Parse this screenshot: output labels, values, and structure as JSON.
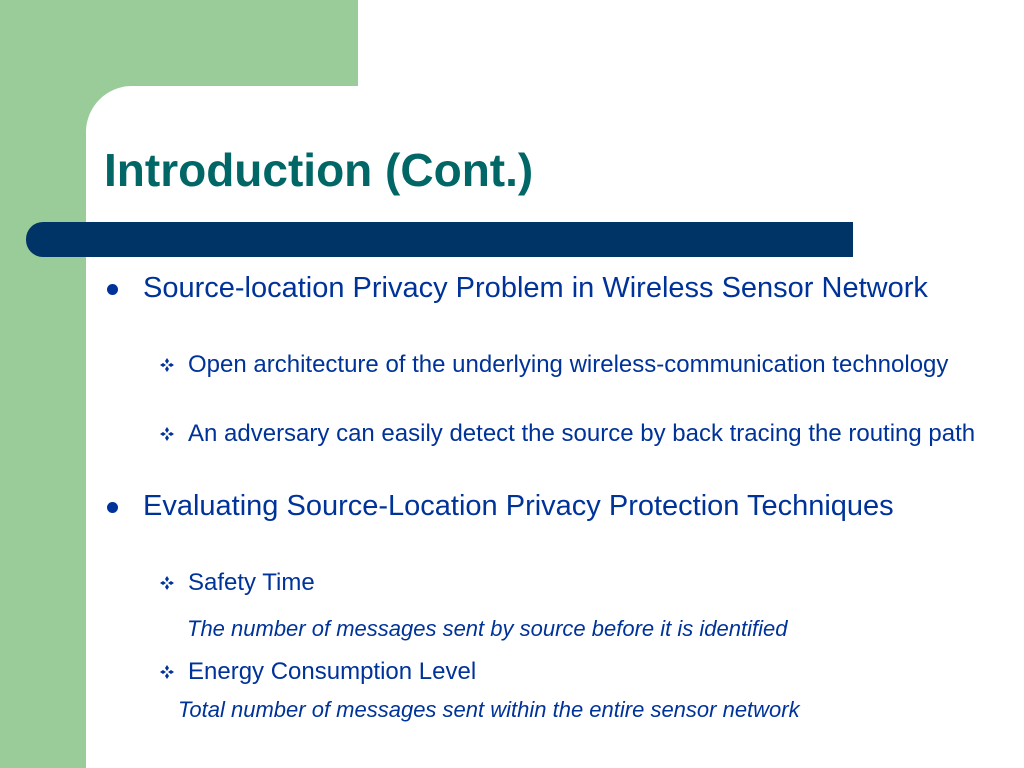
{
  "slide": {
    "title": "Introduction (Cont.)",
    "bullets": [
      {
        "text": "Source-location Privacy Problem in Wireless Sensor Network",
        "subs": [
          "Open architecture of the underlying wireless-communication technology",
          "An adversary can easily detect the source by back tracing the routing path"
        ]
      },
      {
        "text": "Evaluating Source-Location Privacy Protection Techniques",
        "subs": [
          {
            "label": "Safety Time",
            "note": "The number of messages sent by source before it is identified"
          },
          {
            "label": "Energy Consumption Level",
            "note": "Total number of messages sent within the entire sensor network"
          }
        ]
      }
    ]
  },
  "colors": {
    "title": "#006666",
    "body_text": "#003399",
    "title_bar": "#003366",
    "side_panel": "#99CC99",
    "background": "#FFFFFF"
  },
  "icons": {
    "level1_bullet": "filled-circle-icon",
    "level2_bullet": "four-diamond-icon"
  }
}
